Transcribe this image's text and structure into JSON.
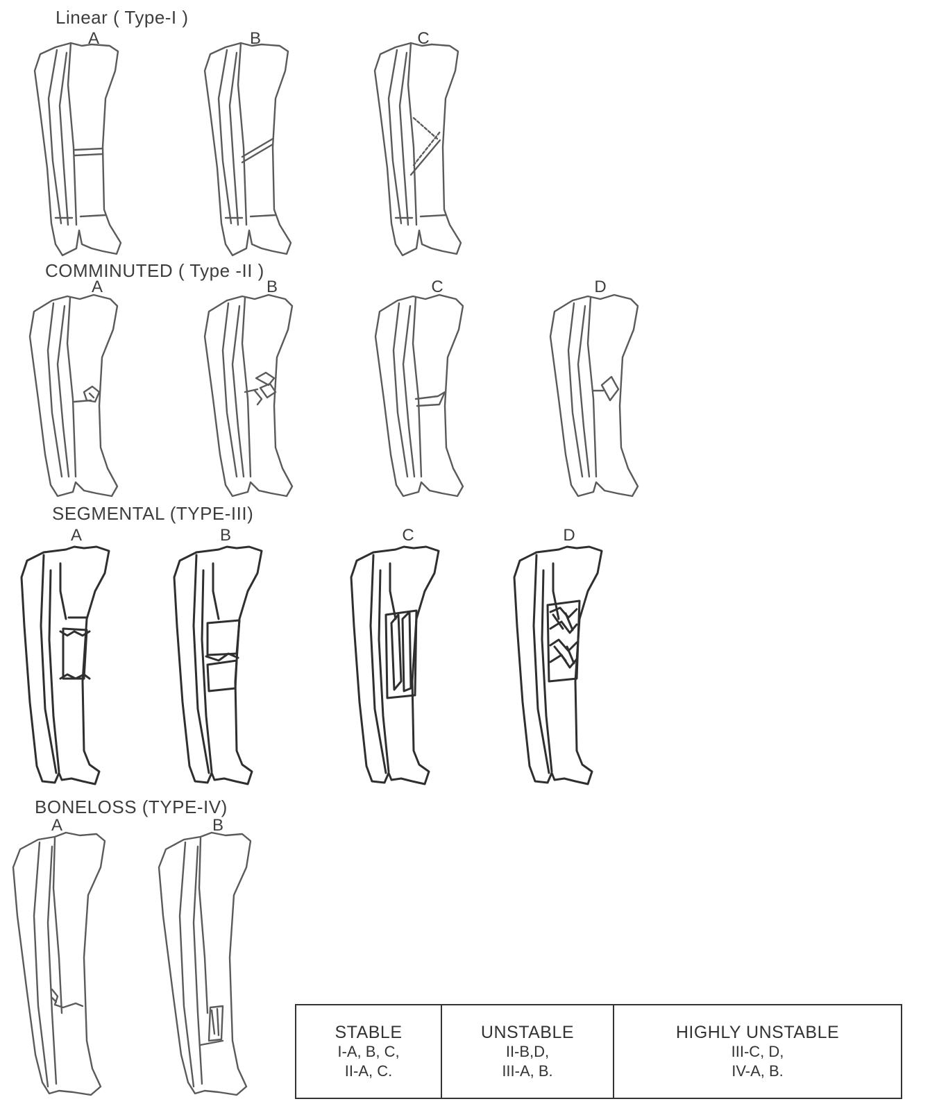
{
  "sections": [
    {
      "title": "Linear ( Type-I )",
      "labels": [
        "A",
        "B",
        "C"
      ]
    },
    {
      "title": "COMMINUTED ( Type -II )",
      "labels": [
        "A",
        "B",
        "C",
        "D"
      ]
    },
    {
      "title": "SEGMENTAL (TYPE-III)",
      "labels": [
        "A",
        "B",
        "C",
        "D"
      ]
    },
    {
      "title": "BONELOSS (TYPE-IV)",
      "labels": [
        "A",
        "B"
      ]
    }
  ],
  "legend": [
    {
      "header": "STABLE",
      "lines": [
        "I-A, B, C,",
        "II-A, C."
      ]
    },
    {
      "header": "UNSTABLE",
      "lines": [
        "II-B,D,",
        "III-A, B."
      ]
    },
    {
      "header": "HIGHLY UNSTABLE",
      "lines": [
        "III-C, D,",
        "IV-A, B."
      ]
    }
  ],
  "colors": {
    "ink": "#3a3a3a",
    "line": "#5a5a5a",
    "background": "#ffffff"
  }
}
